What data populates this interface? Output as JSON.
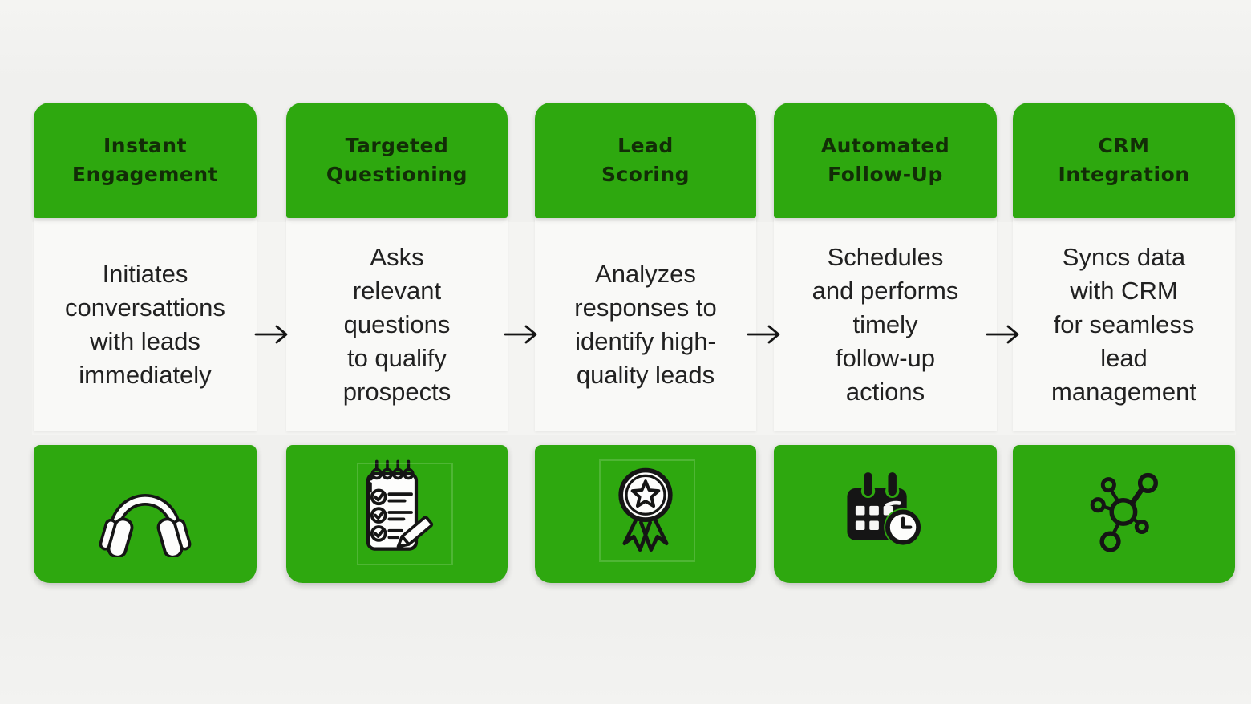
{
  "page": {
    "background_color": "#f0f0ee",
    "accent_green": "#2ea80f",
    "header_text_color": "#122d07",
    "body_text_color": "#212121",
    "arrow_icon": "right-arrow-icon",
    "arrow_glyph": "→"
  },
  "steps": [
    {
      "title": "Instant\nEngagement",
      "description": "Initiates\nconversattions\nwith leads\nimmediately",
      "icon": "headphones-icon"
    },
    {
      "title": "Targeted\nQuestioning",
      "description": "Asks\nrelevant\nquestions\nto qualify\nprospects",
      "icon": "checklist-notepad-icon"
    },
    {
      "title": "Lead\nScoring",
      "description": "Analyzes\nresponses to\nidentify high-\nquality leads",
      "icon": "award-ribbon-icon"
    },
    {
      "title": "Automated\nFollow-Up",
      "description": "Schedules\nand performs\ntimely\nfollow-up\nactions",
      "icon": "calendar-clock-icon"
    },
    {
      "title": "CRM\nIntegration",
      "description": "Syncs data\nwith CRM\nfor seamless\nlead\nmanagement",
      "icon": "network-nodes-icon"
    }
  ]
}
